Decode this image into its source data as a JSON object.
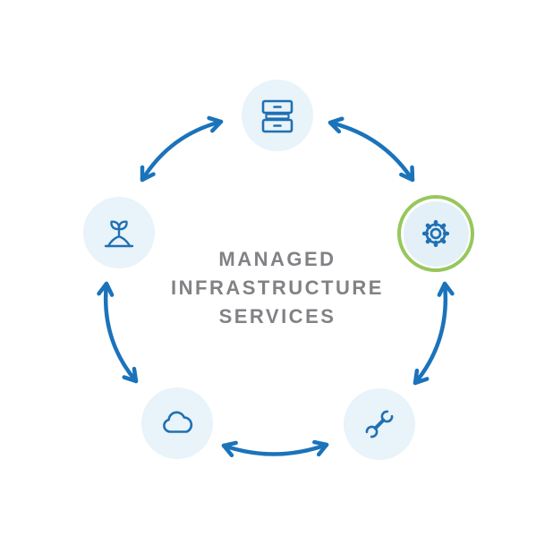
{
  "title": {
    "lines": [
      "MANAGED",
      "INFRASTRUCTURE",
      "SERVICES"
    ],
    "full_text": "MANAGED INFRASTRUCTURE SERVICES",
    "color": "#808285"
  },
  "colors": {
    "background": "#ffffff",
    "arrow": "#1b73ba",
    "icon": "#2070b2",
    "node_fill": "#e8f3fa",
    "node_fill_highlighted": "#e3f0f8",
    "highlight_ring": "#97c75c"
  },
  "nodes": [
    {
      "id": "servers",
      "icon": "server-stack-icon",
      "position": "top",
      "highlighted": false
    },
    {
      "id": "settings",
      "icon": "gear-icon",
      "position": "right",
      "highlighted": true
    },
    {
      "id": "repair",
      "icon": "wrench-icon",
      "position": "bottom-right",
      "highlighted": false
    },
    {
      "id": "cloud",
      "icon": "cloud-icon",
      "position": "bottom-left",
      "highlighted": false
    },
    {
      "id": "growth",
      "icon": "sprout-icon",
      "position": "left",
      "highlighted": false
    }
  ],
  "connections": {
    "style": "bidirectional-curved-arrows",
    "pairs": [
      [
        "growth",
        "servers"
      ],
      [
        "servers",
        "settings"
      ],
      [
        "settings",
        "repair"
      ],
      [
        "repair",
        "cloud"
      ],
      [
        "cloud",
        "growth"
      ]
    ]
  }
}
